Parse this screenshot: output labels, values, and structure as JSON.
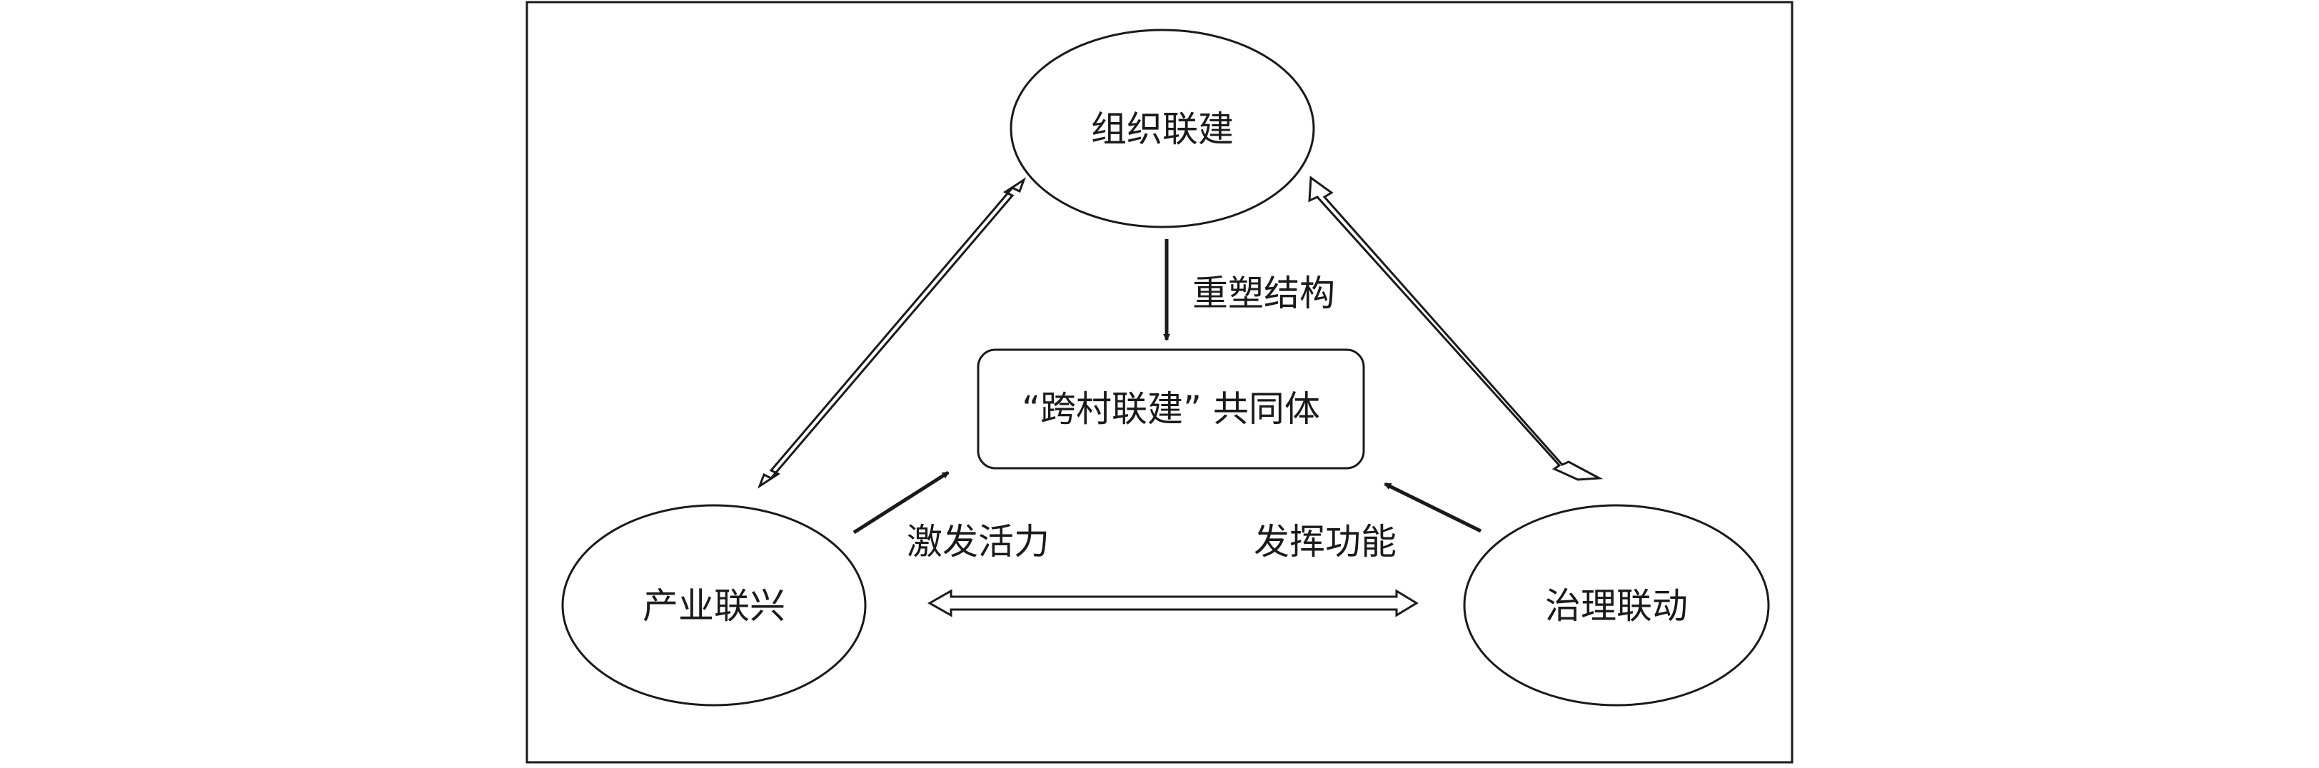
{
  "diagram": {
    "nodes": {
      "top": "组织联建",
      "left": "产业联兴",
      "right": "治理联动",
      "center": "“跨村联建” 共同体"
    },
    "edge_labels": {
      "top_to_center": "重塑结构",
      "left_to_center": "激发活力",
      "right_to_center": "发挥功能"
    }
  }
}
